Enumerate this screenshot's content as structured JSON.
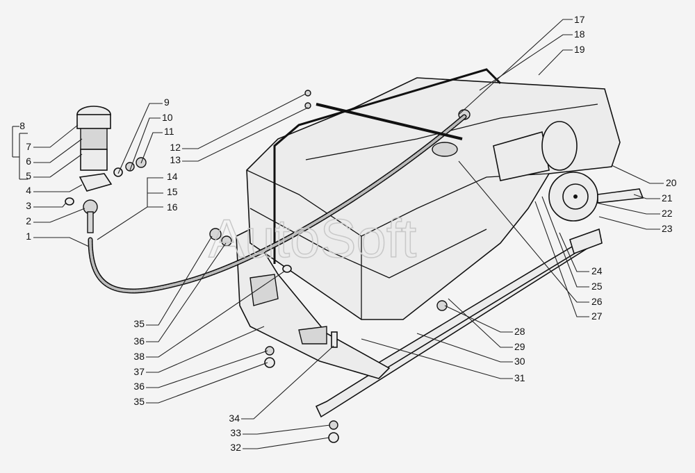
{
  "watermark": "AutoSoft",
  "callouts": [
    "8",
    "7",
    "6",
    "5",
    "4",
    "3",
    "2",
    "1",
    "9",
    "10",
    "11",
    "12",
    "13",
    "14",
    "15",
    "16",
    "17",
    "18",
    "19",
    "20",
    "21",
    "22",
    "23",
    "24",
    "25",
    "26",
    "27",
    "28",
    "29",
    "30",
    "31",
    "35",
    "36",
    "38",
    "37",
    "36",
    "35",
    "34",
    "33",
    "32"
  ]
}
